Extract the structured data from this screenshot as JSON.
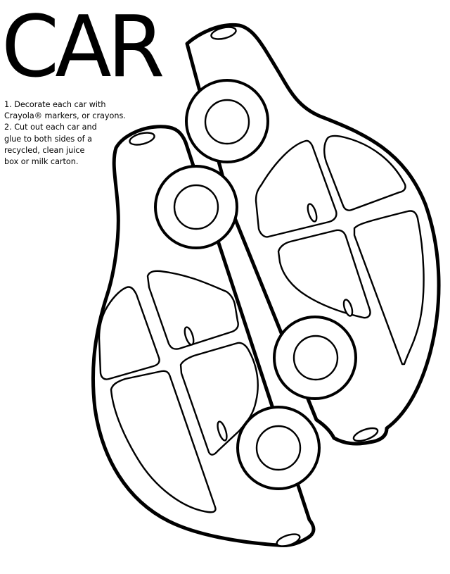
{
  "page": {
    "title": "CAR",
    "instructions": [
      "1. Decorate each car with Crayola® markers, or crayons.",
      "2. Cut out each car and glue to both sides of a recycled, clean juice box or milk carton."
    ],
    "instruction_lines": [
      "1. Decorate each car with",
      "Crayola® markers, or crayons.",
      "2. Cut out each car and",
      "glue to both sides of a",
      "recycled, clean juice",
      "box or milk carton."
    ]
  },
  "illustration": {
    "subject": "two-cartoon-cars-coloring-outline",
    "cars": [
      {
        "name": "left-car",
        "wheels": 2,
        "windows": 4,
        "door-handles": 2,
        "lights": 2
      },
      {
        "name": "right-car",
        "wheels": 2,
        "windows": 4,
        "door-handles": 2,
        "lights": 2
      }
    ],
    "colors": {
      "stroke": "#000000",
      "fill": "#ffffff"
    }
  }
}
